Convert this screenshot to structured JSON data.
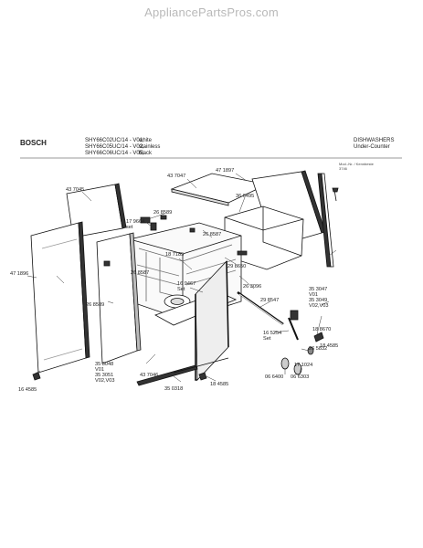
{
  "watermark": "AppliancePartsPros.com",
  "brand": "BOSCH",
  "models": [
    {
      "code": "SHY66C02UC/14 - V01,",
      "color": "white"
    },
    {
      "code": "SHY66C05UC/14 - V02,",
      "color": "stainless"
    },
    {
      "code": "SHY66C06UC/14 - V05,",
      "color": "black"
    }
  ],
  "category": {
    "line1": "DISHWASHERS",
    "line2": "Under-Counter"
  },
  "note": {
    "line1": "Mod.-Nr. / Kennbeste",
    "line2": "3746"
  },
  "parts": {
    "p437047": "43 7047",
    "p471897": "47 1897",
    "p366495": "36 6495",
    "p437045": "43 7045",
    "p268589a": "26 8589",
    "p179664": "17 9664",
    "set1": "set",
    "p268587a": "26 8587",
    "p187185": "18 7185",
    "p268587b": "26 8587",
    "p298650": "29 8650",
    "p169467": "16 9467",
    "set2": "Set",
    "p263096": "26 3096",
    "p353047": "35 3047",
    "v01a": "V01",
    "p353049": "35 3049",
    "v0203a": "V02,V03",
    "p298547": "29 8547",
    "p471896": "47 1896",
    "p268589b": "26 8589",
    "p165254": "16 5254",
    "set3": "Set",
    "p188670": "18 8670",
    "p184585a": "18 4585",
    "p265832": "26 5832",
    "p353048": "35 3048",
    "v01b": "V01",
    "p353051": "35 3051",
    "v0203b": "V02,V03",
    "p437046": "43 7046",
    "p171024": "17 1024",
    "p066400": "06 6400",
    "p066303": "06 6303",
    "p164585": "16 4585",
    "p350318": "35 0318",
    "p184585b": "18 4585"
  }
}
